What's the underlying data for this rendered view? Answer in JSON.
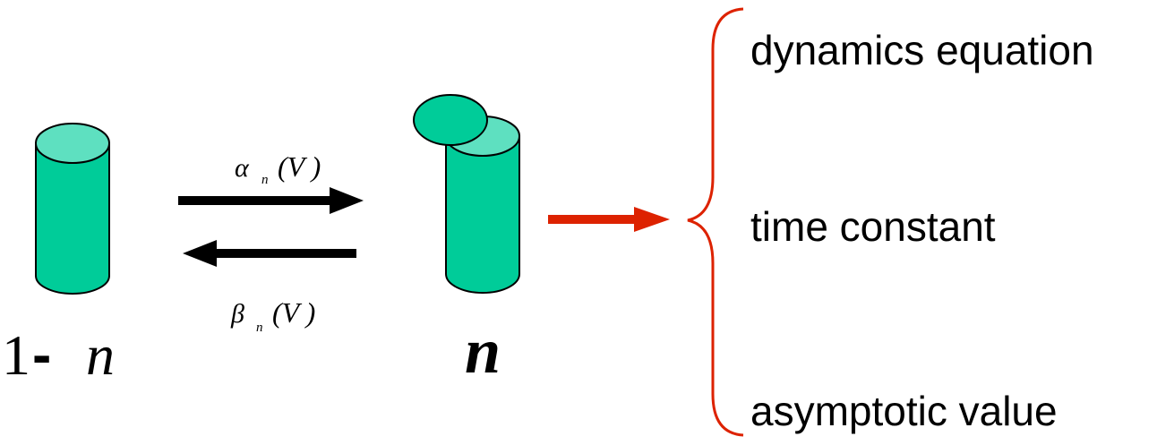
{
  "states": {
    "closed": {
      "label_num": "1",
      "label_op": "-",
      "label_var": "n"
    },
    "open": {
      "label_var": "n"
    }
  },
  "rates": {
    "alpha": {
      "symbol": "α",
      "subscript": "n",
      "arg": "(V )"
    },
    "beta": {
      "symbol": "β",
      "subscript": "n",
      "arg": "(V )"
    }
  },
  "properties": {
    "items": [
      "dynamics equation",
      "time constant",
      "asymptotic value"
    ]
  },
  "colors": {
    "cylinder_body": "#00cc99",
    "cylinder_top": "#5ee0c0",
    "outline": "#000000",
    "result_arrow": "#dd2200",
    "brace": "#dd2200"
  }
}
